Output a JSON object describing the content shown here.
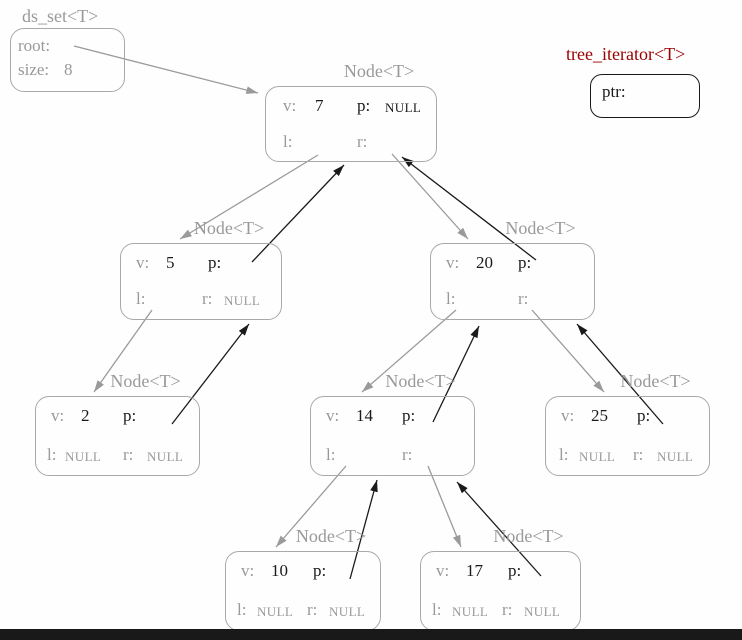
{
  "colors": {
    "gray": "#999999",
    "black": "#1a1a1a",
    "iterator_title_red": "#990000"
  },
  "set_box": {
    "title": "ds_set<T>",
    "root_label": "root:",
    "size_label": "size:",
    "size_value": "8"
  },
  "iterator": {
    "title": "tree_iterator<T>",
    "ptr_label": "ptr:"
  },
  "labels": {
    "node_title": "Node<T>",
    "v": "v:",
    "p": "p:",
    "l": "l:",
    "r": "r:"
  },
  "nodes": [
    {
      "name": "node-7",
      "v": "7",
      "p": "NULL",
      "l": "",
      "r": ""
    },
    {
      "name": "node-5",
      "v": "5",
      "p": "",
      "l": "",
      "r": "NULL"
    },
    {
      "name": "node-20",
      "v": "20",
      "p": "",
      "l": "",
      "r": ""
    },
    {
      "name": "node-2",
      "v": "2",
      "p": "",
      "l": "NULL",
      "r": "NULL"
    },
    {
      "name": "node-14",
      "v": "14",
      "p": "",
      "l": "",
      "r": ""
    },
    {
      "name": "node-25",
      "v": "25",
      "p": "",
      "l": "NULL",
      "r": "NULL"
    },
    {
      "name": "node-10",
      "v": "10",
      "p": "",
      "l": "NULL",
      "r": "NULL"
    },
    {
      "name": "node-17",
      "v": "17",
      "p": "",
      "l": "NULL",
      "r": "NULL"
    }
  ]
}
